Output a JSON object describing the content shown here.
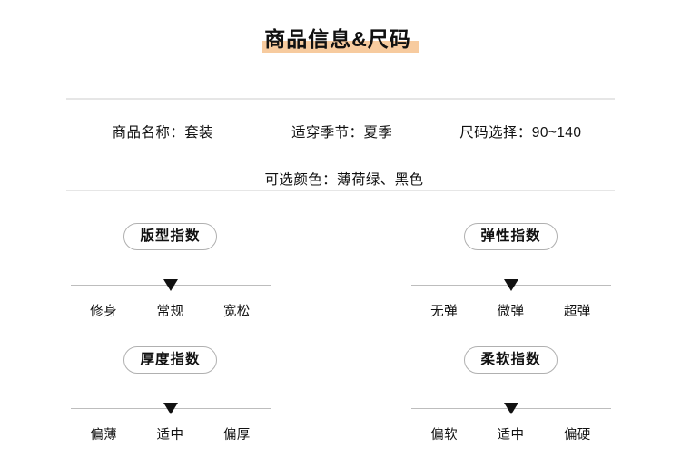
{
  "page": {
    "title": "商品信息&尺码",
    "highlight_color": "#f7cb9f",
    "divider_color": "#e6e6e6",
    "text_color": "#111111"
  },
  "info": {
    "rows": [
      [
        {
          "label": "商品名称：",
          "value": "套装"
        },
        {
          "label": "适穿季节：",
          "value": "夏季"
        },
        {
          "label": "尺码选择：",
          "value": "90~140"
        }
      ],
      [
        {
          "label": "可选颜色：",
          "value": "薄荷绿、黑色"
        }
      ]
    ]
  },
  "meters": [
    {
      "name": "fit-index",
      "badge": "版型指数",
      "ticks": [
        "修身",
        "常规",
        "宽松"
      ],
      "selected_index": 1,
      "marker_position_pct": 50
    },
    {
      "name": "elasticity-index",
      "badge": "弹性指数",
      "ticks": [
        "无弹",
        "微弹",
        "超弹"
      ],
      "selected_index": 1,
      "marker_position_pct": 50
    },
    {
      "name": "thickness-index",
      "badge": "厚度指数",
      "ticks": [
        "偏薄",
        "适中",
        "偏厚"
      ],
      "selected_index": 1,
      "marker_position_pct": 50
    },
    {
      "name": "softness-index",
      "badge": "柔软指数",
      "ticks": [
        "偏软",
        "适中",
        "偏硬"
      ],
      "selected_index": 1,
      "marker_position_pct": 50
    }
  ]
}
